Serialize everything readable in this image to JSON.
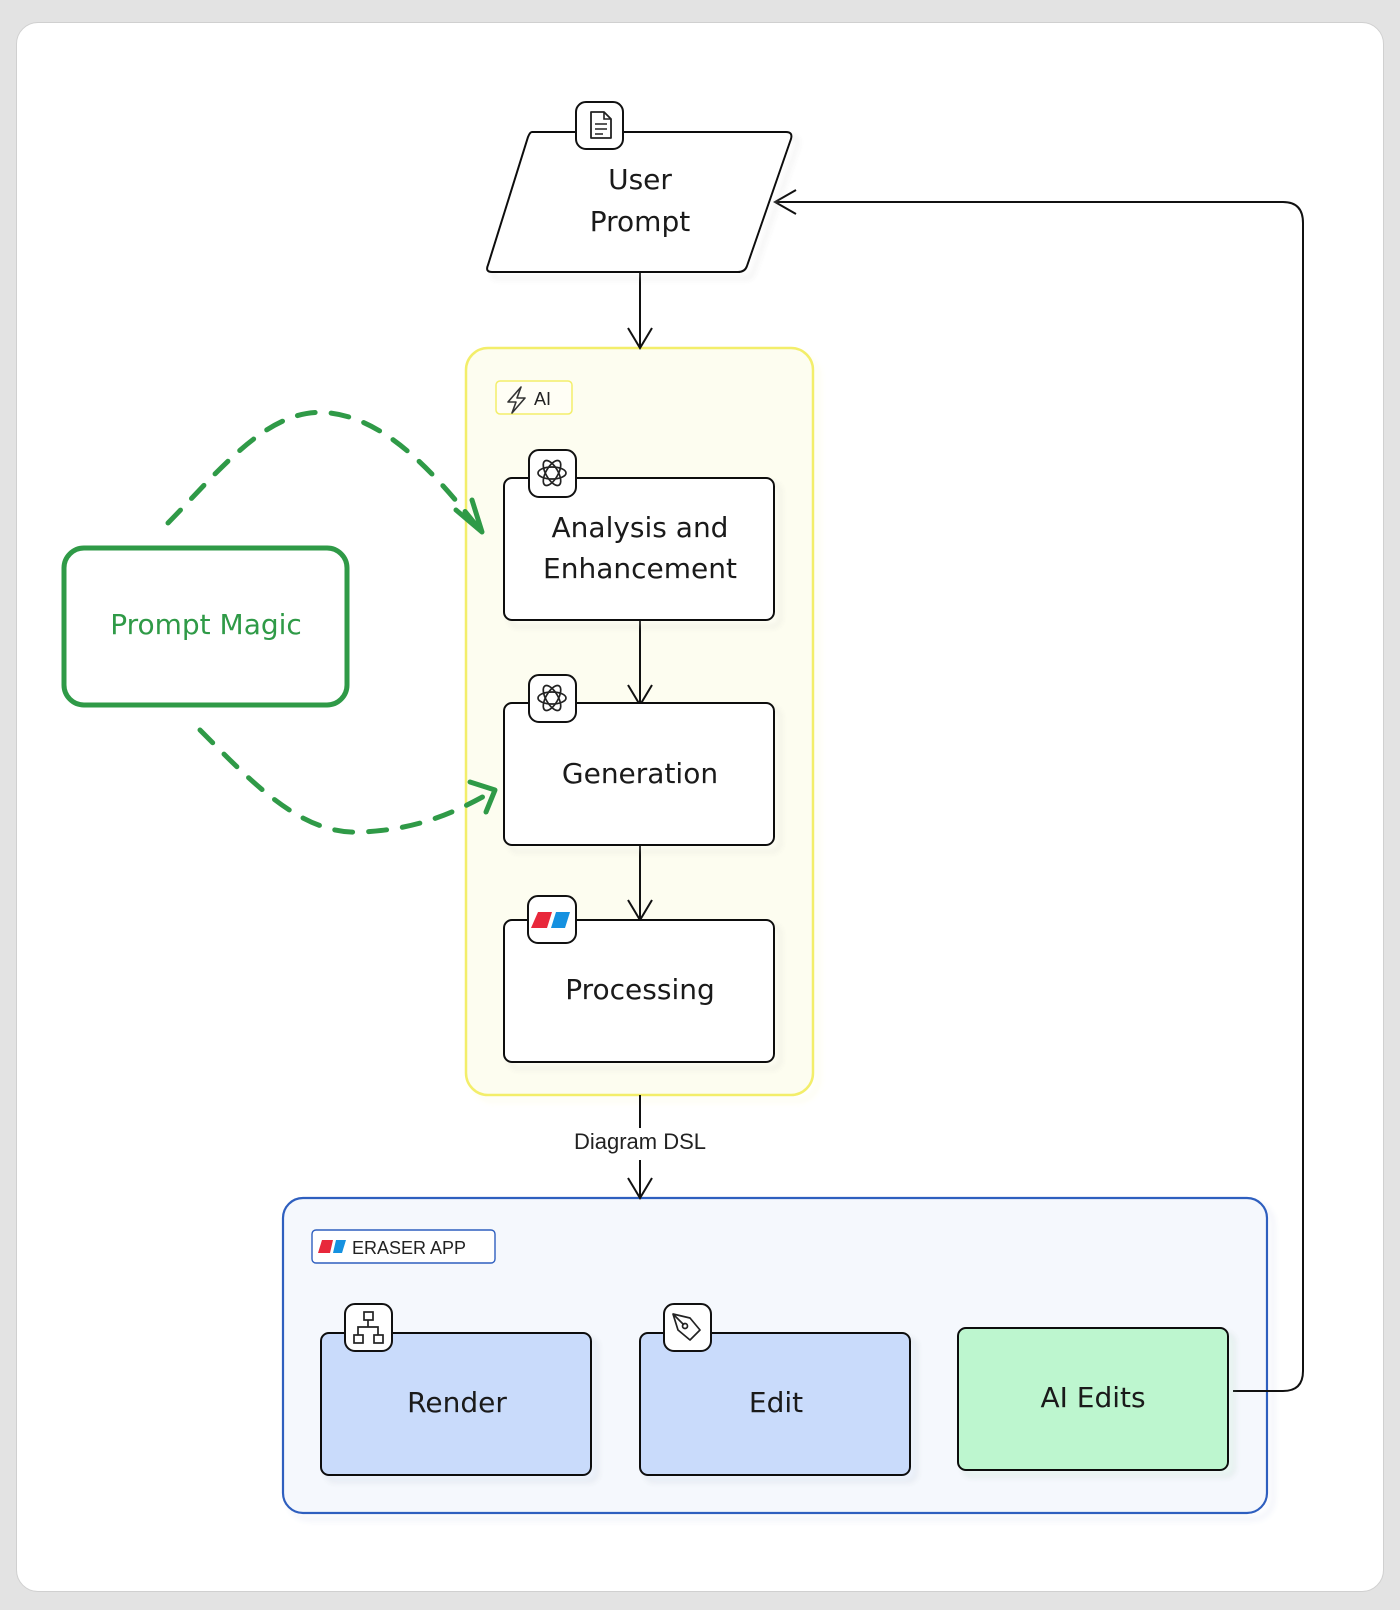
{
  "nodes": {
    "user_prompt": "User Prompt",
    "analysis": "Analysis and Enhancement",
    "generation": "Generation",
    "processing": "Processing",
    "prompt_magic": "Prompt Magic",
    "render": "Render",
    "edit": "Edit",
    "ai_edits": "AI Edits"
  },
  "groups": {
    "ai": {
      "label": "AI",
      "color": "#f3ee6a",
      "fill": "#fdfdf0"
    },
    "eraser_app": {
      "label": "ERASER APP",
      "color": "#2f5fbf",
      "fill": "#f5f8fd"
    }
  },
  "edges": {
    "diagram_dsl": "Diagram DSL"
  },
  "colors": {
    "prompt_magic": "#2f9a47",
    "blue_node": "#c9dbfb",
    "green_node": "#bdf6cf",
    "eraser_red": "#e8283b",
    "eraser_blue": "#1591e0"
  },
  "icons": {
    "user_prompt": "document-icon",
    "analysis": "openai-icon",
    "generation": "openai-icon",
    "processing": "eraser-logo-icon",
    "ai_group": "lightning-icon",
    "render": "sitemap-icon",
    "edit": "pen-nib-icon"
  }
}
